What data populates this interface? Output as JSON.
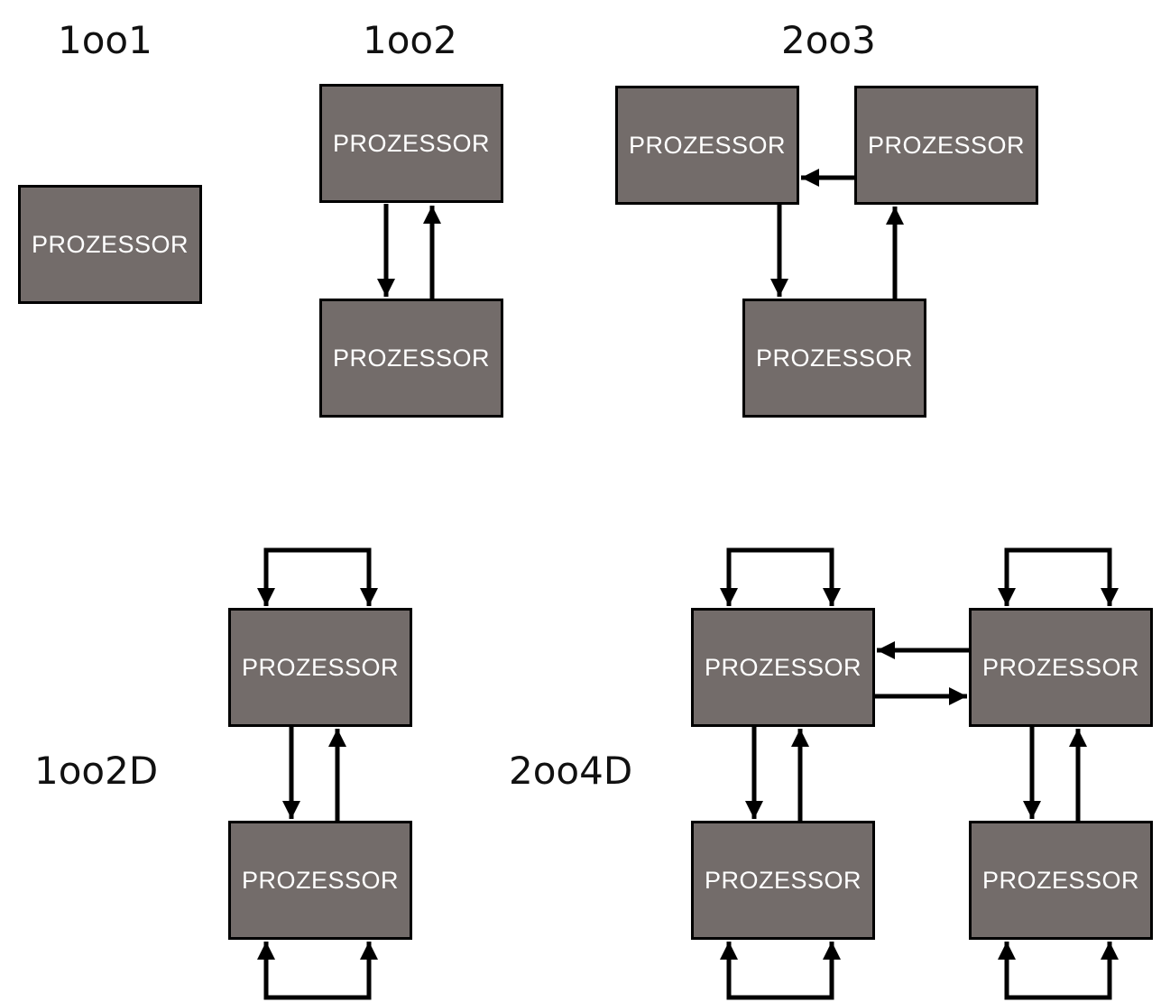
{
  "processor_label": "PROZESSOR",
  "colors": {
    "box_fill": "#736c6a",
    "box_border": "#000000",
    "box_text": "#ffffff",
    "arrow": "#000000",
    "label_text": "#111111"
  },
  "sections": {
    "s1oo1": {
      "label": "1oo1"
    },
    "s1oo2": {
      "label": "1oo2"
    },
    "s2oo3": {
      "label": "2oo3"
    },
    "s1oo2d": {
      "label": "1oo2D"
    },
    "s2oo4d": {
      "label": "2oo4D"
    }
  }
}
